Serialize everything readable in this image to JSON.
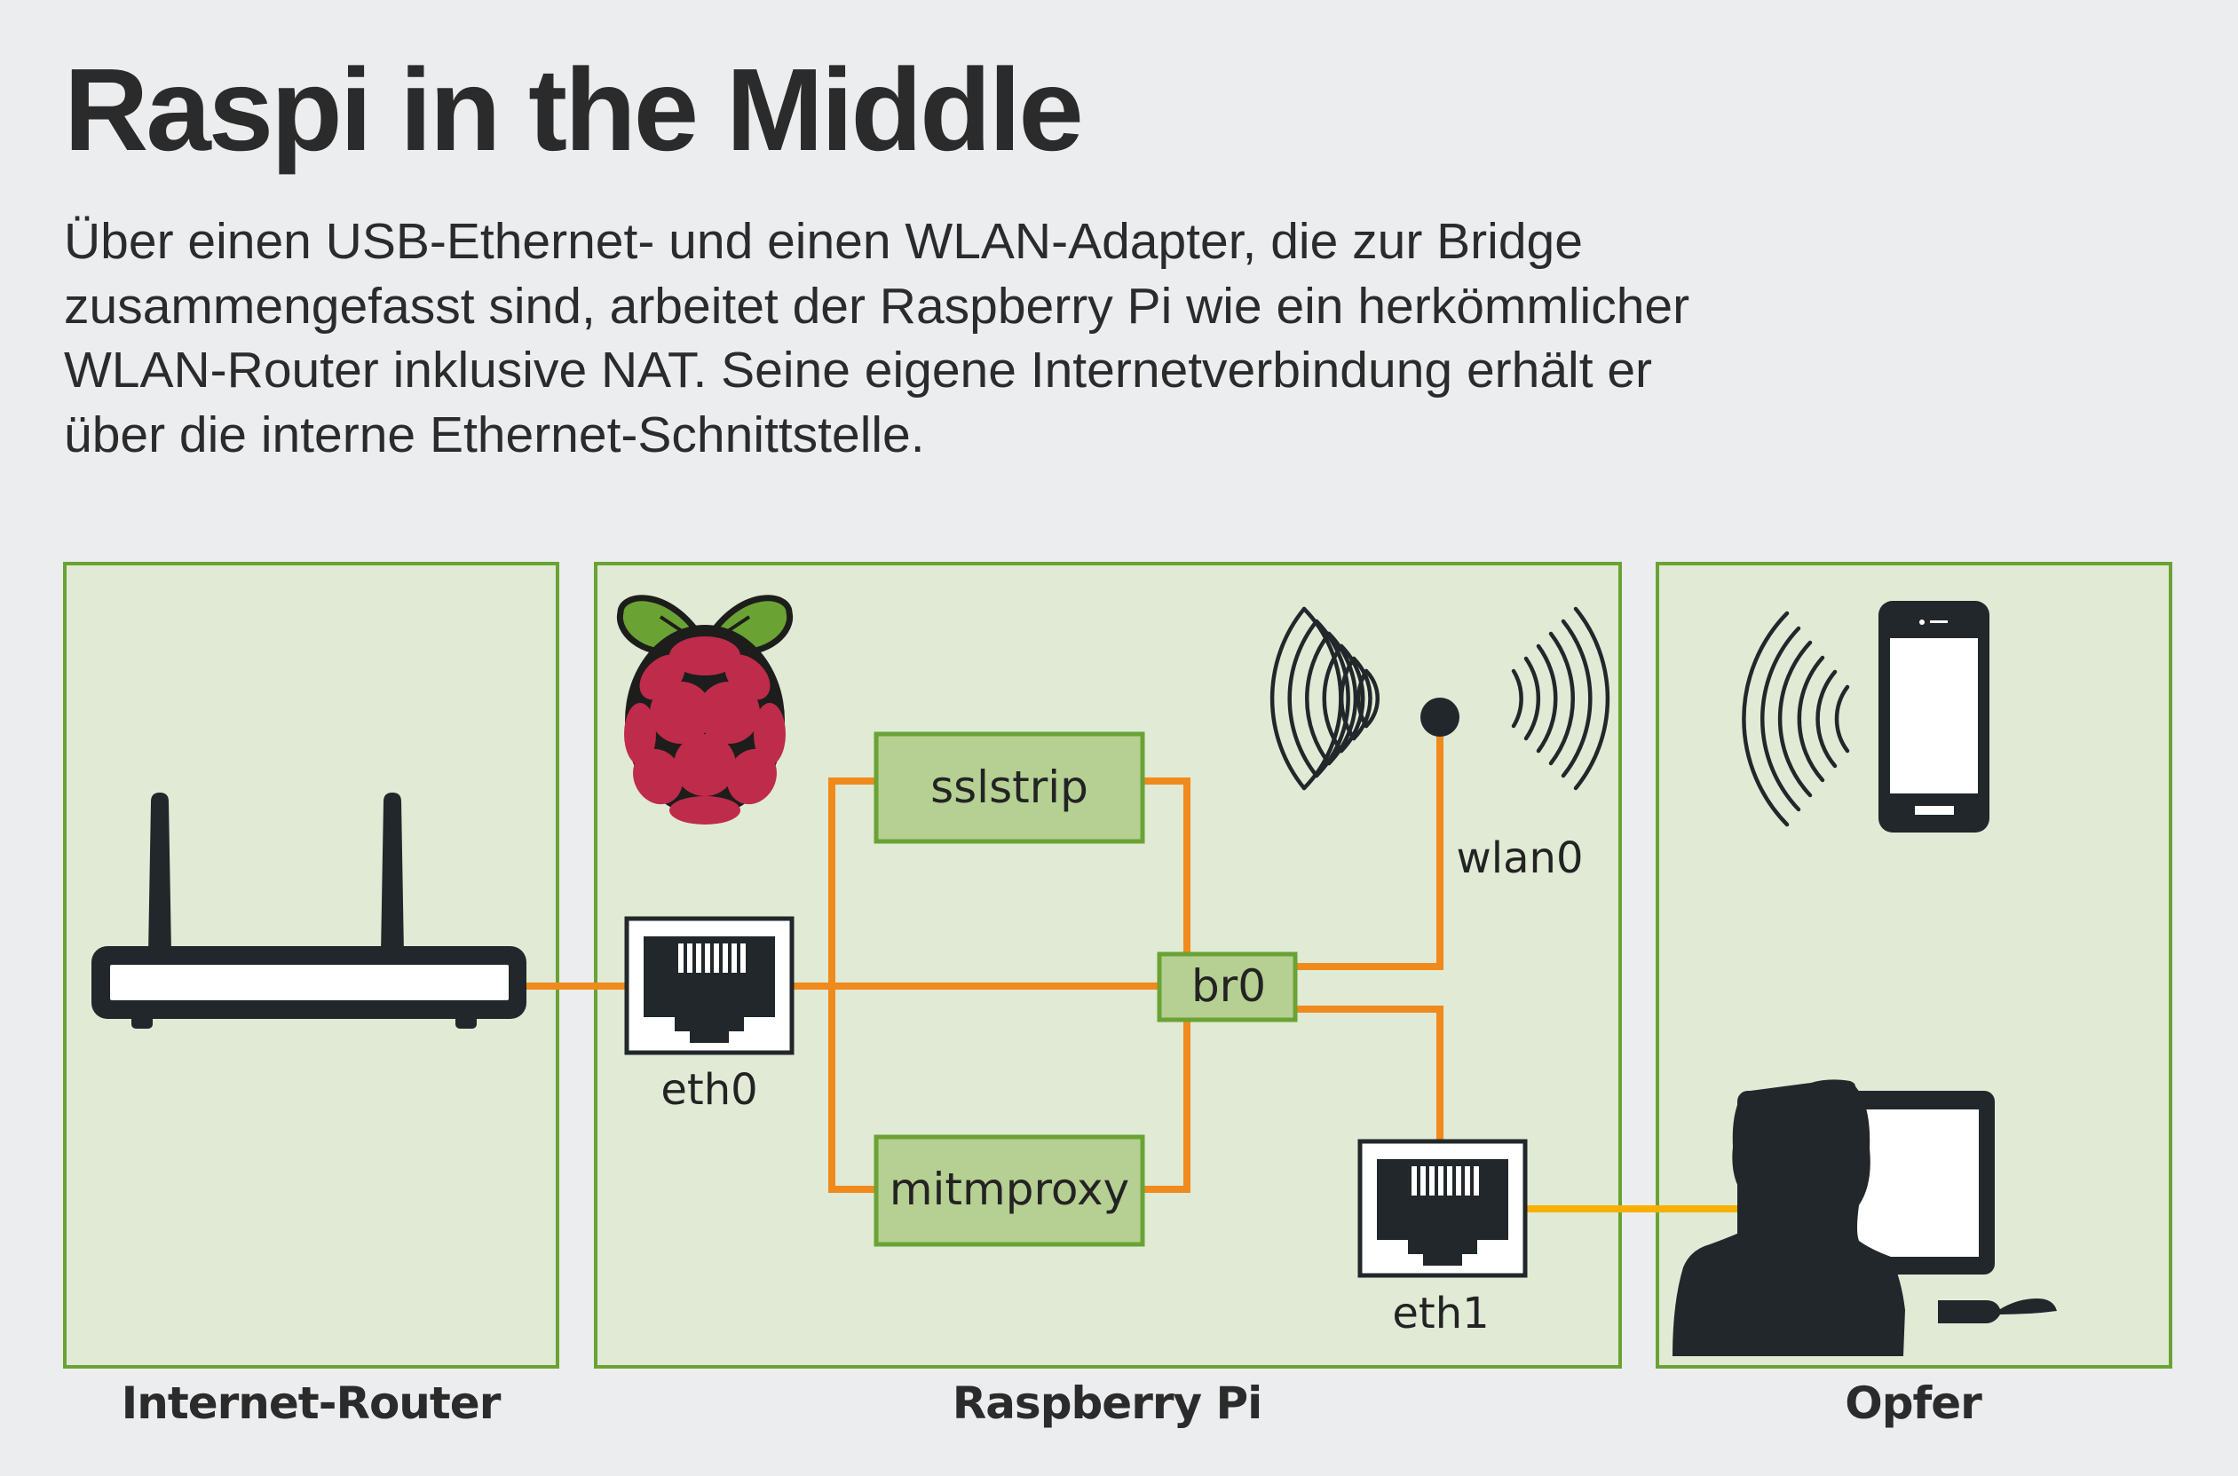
{
  "header": {
    "title": "Raspi in the Middle",
    "description_lines": [
      "Über einen USB-Ethernet- und einen WLAN-Adapter, die zur Bridge",
      "zusammengefasst sind, arbeitet der Raspberry Pi wie ein herkömmlicher",
      "WLAN-Router inklusive NAT. Seine eigene Internetverbindung erhält er",
      "über die interne Ethernet-Schnittstelle."
    ]
  },
  "panels": [
    {
      "id": "router",
      "label": "Internet-Router"
    },
    {
      "id": "raspi",
      "label": "Raspberry Pi"
    },
    {
      "id": "victim",
      "label": "Opfer"
    }
  ],
  "nodes": {
    "sslstrip": "sslstrip",
    "mitmproxy": "mitmproxy",
    "bridge": "br0",
    "eth0": "eth0",
    "eth1": "eth1",
    "wlan0": "wlan0"
  },
  "icons": {
    "router": "wifi-router-icon",
    "raspberry": "raspberry-pi-logo-icon",
    "ethernet_port": "ethernet-port-icon",
    "wireless_antenna": "wireless-signal-icon",
    "smartphone": "smartphone-icon",
    "user_at_computer": "user-at-computer-icon"
  },
  "colors": {
    "background": "#ecedef",
    "panel_fill": "#e0ead5",
    "panel_border": "#6aa334",
    "node_fill": "#b6cf93",
    "wire_orange": "#f08a1c",
    "wire_yellow": "#f7b000",
    "icon_dark": "#21272a",
    "raspberry_red": "#bf2b4b",
    "leaf_green": "#6aa334"
  }
}
